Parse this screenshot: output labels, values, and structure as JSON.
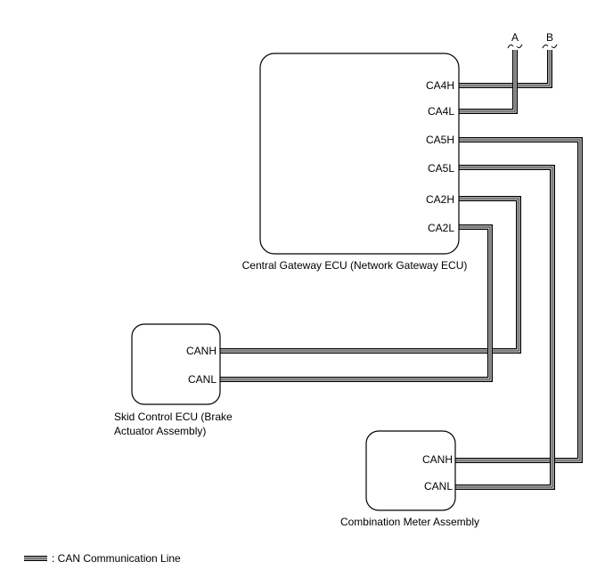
{
  "connectors": {
    "a": "A",
    "b": "B"
  },
  "central_gateway": {
    "name": "Central Gateway ECU (Network Gateway ECU)",
    "pins": [
      "CA4H",
      "CA4L",
      "CA5H",
      "CA5L",
      "CA2H",
      "CA2L"
    ]
  },
  "skid_control": {
    "name_line1": "Skid Control ECU (Brake",
    "name_line2": "Actuator Assembly)",
    "pins": [
      "CANH",
      "CANL"
    ]
  },
  "combination_meter": {
    "name": "Combination Meter Assembly",
    "pins": [
      "CANH",
      "CANL"
    ]
  },
  "legend": {
    "text": ": CAN Communication Line"
  }
}
